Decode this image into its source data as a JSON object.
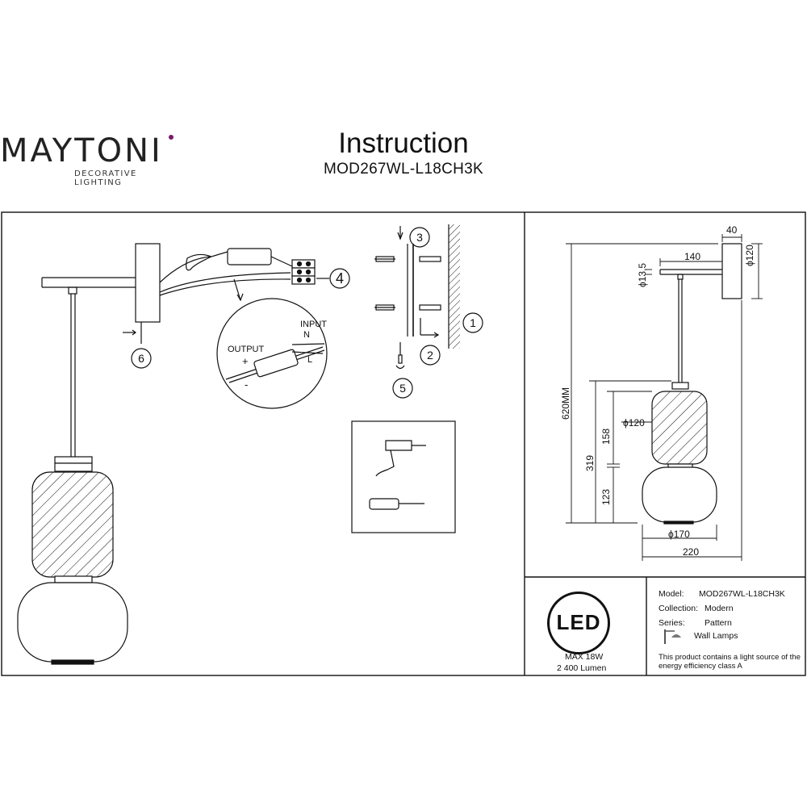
{
  "brand": {
    "name": "MAYTONI",
    "tagline": "DECORATIVE LIGHTING"
  },
  "header": {
    "title": "Instruction",
    "model": "MOD267WL-L18CH3K"
  },
  "assembly": {
    "callouts": [
      "1",
      "2",
      "3",
      "4",
      "5",
      "6"
    ],
    "wiring": {
      "output": "OUTPUT",
      "plus": "+",
      "minus": "-",
      "input": "INPUT",
      "n": "N",
      "l": "L"
    }
  },
  "dimensions": {
    "d40": "40",
    "d140": "140",
    "d120_canopy": "ϕ120",
    "d13_5": "ϕ13,5",
    "total_height": "620MM",
    "d319": "319",
    "d158": "158",
    "d123": "123",
    "d120_shade": "ϕ120",
    "d170": "ϕ170",
    "d220": "220"
  },
  "led": {
    "label": "LED",
    "power": "MAX 18W",
    "lumen": "2 400 Lumen"
  },
  "specs": {
    "model_label": "Model:",
    "model_value": "MOD267WL-L18CH3K",
    "collection_label": "Collection:",
    "collection_value": "Modern",
    "series_label": "Series:",
    "series_value": "Pattern",
    "type_value": "Wall Lamps",
    "energy_note_1": "This product contains a light source of the",
    "energy_note_2": "energy efficiency class A"
  }
}
